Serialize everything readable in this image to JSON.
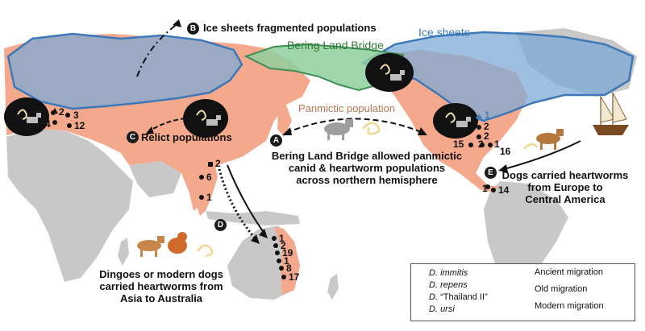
{
  "labels": {
    "ice_sheets_title": "Ice sheets",
    "bering_title": "Bering Land Bridge",
    "panmictic_title": "Panmictic population",
    "caption_b": "Ice sheets fragmented populations",
    "caption_c": "Relict populations",
    "caption_a_1": "Bering Land Bridge allowed panmictic",
    "caption_a_2": "canid & heartworm populations",
    "caption_a_3": "across northern hemisphere",
    "caption_e_1": "Dogs carried heartworms",
    "caption_e_2": "from Europe to",
    "caption_e_3": "Central America",
    "caption_d_1": "Dingoes or modern dogs",
    "caption_d_2": "carried heartworms from",
    "caption_d_3": "Asia to Australia"
  },
  "markers": {
    "a": "A",
    "b": "B",
    "c": "C",
    "d": "D",
    "e": "E"
  },
  "counts": {
    "europe_2": "2",
    "europe_4": "4",
    "europe_3": "3",
    "europe_12": "12",
    "asia_2": "2",
    "asia_6": "6",
    "asia_1": "1",
    "aus_1": "1",
    "aus_2": "2",
    "aus_19": "19",
    "aus_1b": "1",
    "aus_8": "8",
    "aus_17": "17",
    "na_1": "1",
    "na_2a": "2",
    "na_2b": "2",
    "na_15": "15",
    "na_2c": "2",
    "na_1b": "1",
    "na_16": "16",
    "ca_1": "1",
    "ca_14": "14"
  },
  "legend": {
    "immitis_prefix": "D. ",
    "immitis_name": "immitis",
    "repens_prefix": "D. ",
    "repens_name": "repens",
    "thailand_prefix": "D. ",
    "thailand_name": "“Thailand II”",
    "ursi_prefix": "D. ",
    "ursi_name": "ursi",
    "ancient": "Ancient migration",
    "old": "Old migration",
    "modern": "Modern migration"
  },
  "colors": {
    "range": "#f4a98c",
    "land": "#c8c8c8",
    "ice": "#7fa9d6",
    "ice_stroke": "#3d78b8",
    "bridge": "#8fcf9e",
    "bridge_stroke": "#3f8f56",
    "bering_text": "#2e7d32",
    "ice_text": "#3d78b8",
    "panmictic_text": "#b5784f"
  }
}
